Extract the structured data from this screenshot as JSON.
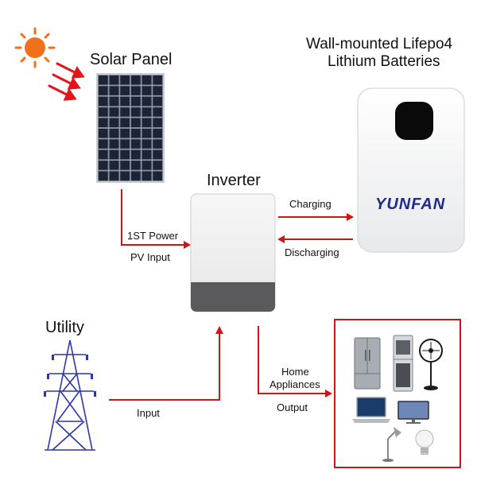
{
  "labels": {
    "solar_panel": "Solar Panel",
    "battery_title_line1": "Wall-mounted Lifepo4",
    "battery_title_line2": "Lithium Batteries",
    "inverter": "Inverter",
    "charging": "Charging",
    "discharging": "Discharging",
    "pv_power": "1ST Power",
    "pv_input": "PV Input",
    "utility": "Utility",
    "utility_input": "Input",
    "home_appliances_line1": "Home",
    "home_appliances_line2": "Appliances",
    "output": "Output",
    "brand": "YUNFAN"
  },
  "colors": {
    "wire": "#d21414",
    "sun": "#f2701c",
    "tower": "#2b36a8",
    "panel": "#1d2433",
    "inverter_bottom": "#5a5a5c",
    "appliance_frame": "#c1191c",
    "brand_blue": "#1f2a8a",
    "brand_accent": "#f0a21e"
  },
  "icons": {
    "sun": "sun-icon",
    "arrows": "sunlight-arrows-icon",
    "tower": "power-tower-icon",
    "fridge": "refrigerator-icon",
    "fridge2": "double-door-fridge-icon",
    "fan": "fan-icon",
    "laptop": "laptop-icon",
    "monitor": "monitor-icon",
    "lamp": "desk-lamp-icon",
    "bulb": "light-bulb-icon"
  }
}
